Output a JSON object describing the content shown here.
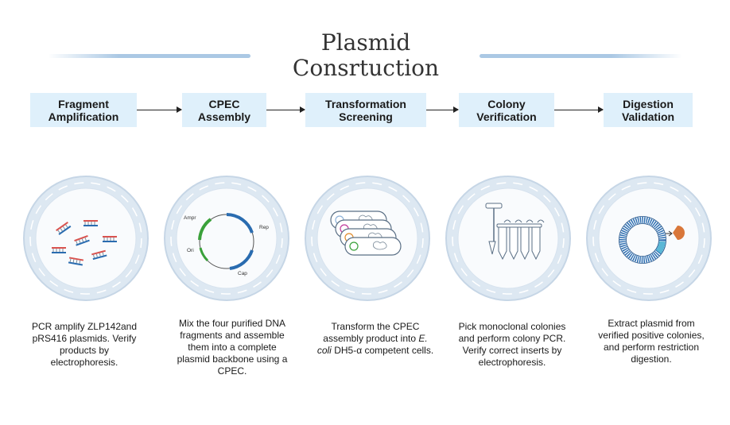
{
  "title": {
    "line1": "Plasmid",
    "line2": "Consrtuction"
  },
  "colors": {
    "box_fill": "#dff0fb",
    "dish_fill": "#dde8f2",
    "dish_rim": "#c6d6e6",
    "plasmid_blue": "#2a6cb0",
    "dna_red": "#d9534f"
  },
  "steps": [
    {
      "label1": "Fragment",
      "label2": "Amplification",
      "desc": "PCR amplify ZLP142and pRS416 plasmids. Verify products by electrophoresis.",
      "icon": "dna-fragments-icon"
    },
    {
      "label1": "CPEC",
      "label2": "Assembly",
      "desc": "Mix the four purified DNA fragments  and assemble them into a complete plasmid backbone using a CPEC.",
      "icon": "plasmid-map-icon",
      "plasmid_labels": {
        "ampr": "Ampr",
        "rep": "Rep",
        "ori": "Ori",
        "cap": "Cap"
      }
    },
    {
      "label1": "Transformation",
      "label2": "Screening",
      "desc_pre": "Transform the CPEC assembly product into",
      "desc_em": "E. coli",
      "desc_post": "DH5-α competent cells.",
      "icon": "agar-plates-icon"
    },
    {
      "label1": "Colony",
      "label2": "Verification",
      "desc": "Pick monoclonal colonies and perform colony PCR. Verify correct inserts by electrophoresis.",
      "icon": "pcr-tubes-icon"
    },
    {
      "label1": "Digestion",
      "label2": "Validation",
      "desc": "Extract plasmid from verified positive colonies, and perform restriction digestion.",
      "icon": "restriction-digest-icon"
    }
  ]
}
